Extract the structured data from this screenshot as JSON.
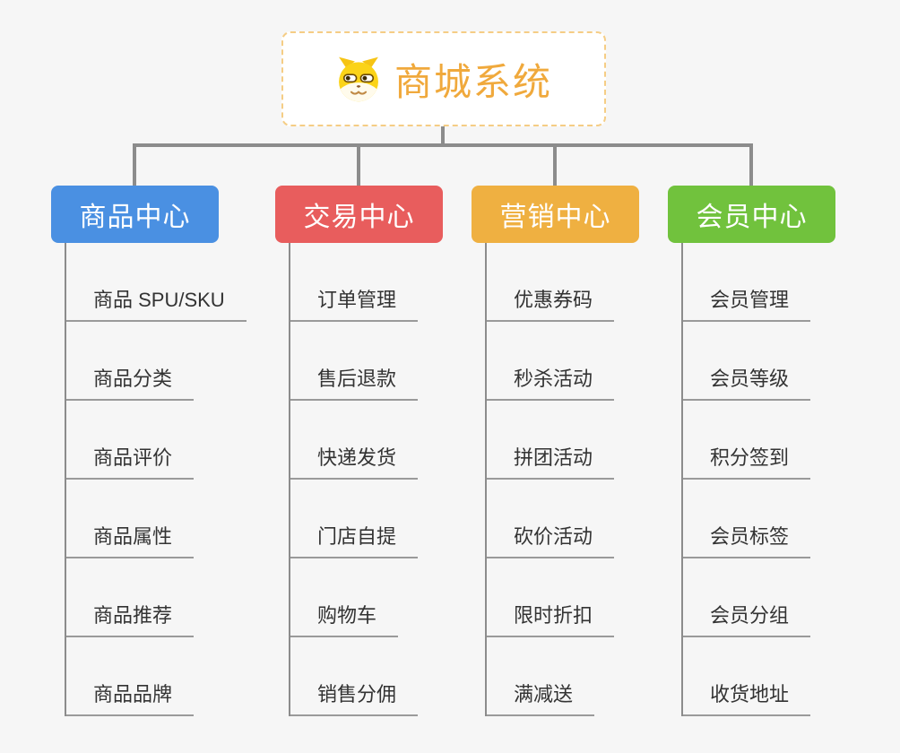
{
  "root": {
    "title": "商城系统",
    "icon": "dog-face-icon"
  },
  "branches": [
    {
      "label": "商品中心",
      "color": "#4a90e2",
      "items": [
        "商品 SPU/SKU",
        "商品分类",
        "商品评价",
        "商品属性",
        "商品推荐",
        "商品品牌"
      ]
    },
    {
      "label": "交易中心",
      "color": "#e85d5d",
      "items": [
        "订单管理",
        "售后退款",
        "快递发货",
        "门店自提",
        "购物车",
        "销售分佣"
      ]
    },
    {
      "label": "营销中心",
      "color": "#efb041",
      "items": [
        "优惠券码",
        "秒杀活动",
        "拼团活动",
        "砍价活动",
        "限时折扣",
        "满减送"
      ]
    },
    {
      "label": "会员中心",
      "color": "#71c23d",
      "items": [
        "会员管理",
        "会员等级",
        "积分签到",
        "会员标签",
        "会员分组",
        "收货地址"
      ]
    }
  ],
  "colors": {
    "background": "#f6f6f6",
    "connector": "#8c8c8c",
    "leaf_underline": "#9a9a9a",
    "root_border": "#f5cd85",
    "root_text": "#f0a93c",
    "leaf_text": "#333333"
  }
}
